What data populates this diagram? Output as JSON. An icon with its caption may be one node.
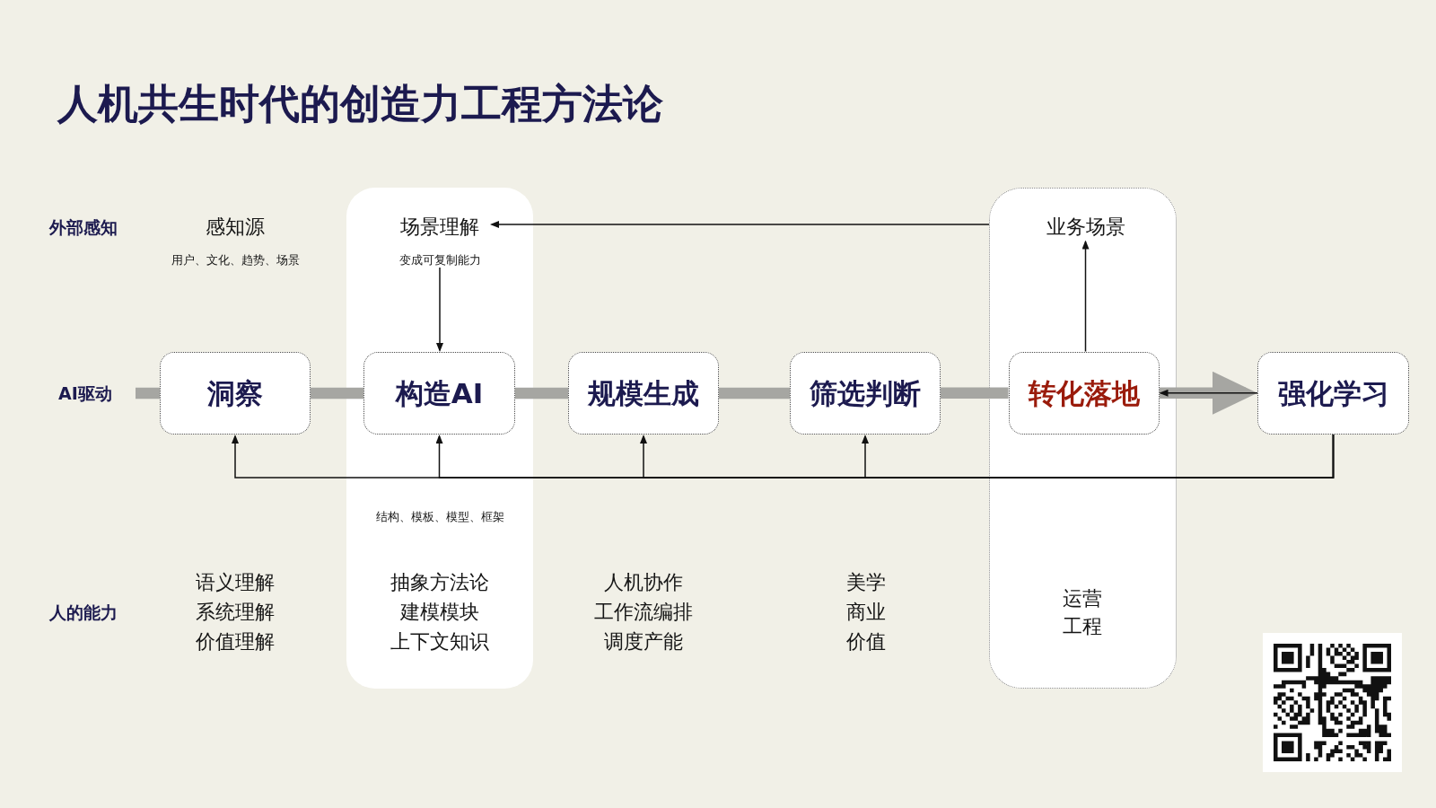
{
  "diagram": {
    "title": "人机共生时代的创造力工程方法论",
    "nodes": [
      {
        "text": [
          "结构、模板、模型、框架",
          "抽象方法论",
          "建模模块",
          "上下文知识"
        ]
      },
      {
        "text": [
          "场景理解",
          "变成可复制能力"
        ],
        "in": 0
      },
      {
        "text": [
          "运营",
          "工程"
        ]
      },
      {
        "text": [
          "业务场景"
        ],
        "in": 2
      },
      {
        "text": [
          "洞察"
        ]
      },
      {
        "text": [
          "构造AI"
        ],
        "in": 0
      },
      {
        "text": [
          "规模生成"
        ]
      },
      {
        "text": [
          "筛选判断"
        ]
      },
      {
        "text": [
          "转化落地"
        ],
        "in": 2
      },
      {
        "text": [
          "强化学习"
        ]
      }
    ],
    "edges": [
      {
        "from": null,
        "to": 4,
        "arrow": "none",
        "style": "thick",
        "color": "#a6a6a2"
      },
      {
        "from": 4,
        "to": 5,
        "arrow": "none",
        "style": "thick",
        "color": "#a6a6a2"
      },
      {
        "from": 5,
        "to": 6,
        "arrow": "none",
        "style": "thick",
        "color": "#a6a6a2"
      },
      {
        "from": 6,
        "to": 7,
        "arrow": "none",
        "style": "thick",
        "color": "#a6a6a2"
      },
      {
        "from": 7,
        "to": 8,
        "arrow": "none",
        "style": "thick",
        "color": "#a6a6a2"
      },
      {
        "from": 8,
        "to": 9,
        "arrow": "to",
        "style": "thick",
        "color": "#a6a6a2"
      },
      {
        "from": 2,
        "to": 1,
        "arrow": "to"
      },
      {
        "from": 1,
        "to": 5,
        "arrow": "to"
      },
      {
        "from": 8,
        "to": 3,
        "arrow": "to"
      },
      {
        "from": 9,
        "to": 4,
        "arrow": "to"
      },
      {
        "from": 9,
        "to": 5,
        "arrow": "to"
      },
      {
        "from": 9,
        "to": 6,
        "arrow": "to"
      },
      {
        "from": 9,
        "to": 7,
        "arrow": "to"
      },
      {
        "from": 9,
        "to": 8,
        "arrow": "to"
      }
    ],
    "labels": [
      "外部感知",
      "感知源",
      "用户、文化、趋势、场景",
      "AI驱动",
      "人的能力",
      "语义理解",
      "系统理解",
      "价值理解",
      "人机协作",
      "工作流编排",
      "调度产能",
      "美学",
      "商业",
      "价值"
    ]
  }
}
